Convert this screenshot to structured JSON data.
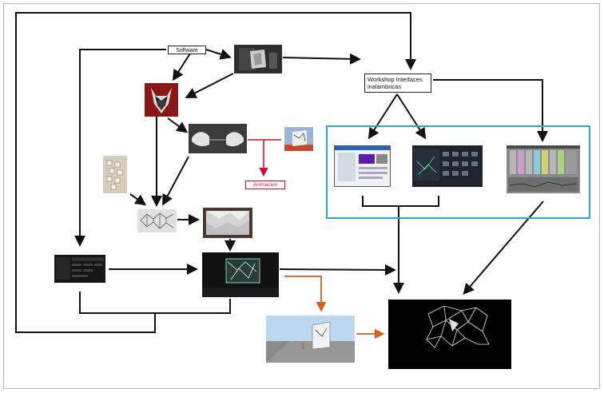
{
  "labels": {
    "software": "Software",
    "workshop": "Workshop Interfaces inalambricas",
    "animacion": "Animacion"
  },
  "colors": {
    "arrow": "#111111",
    "red_arrow": "#c8102e",
    "orange_arrow": "#d2601a",
    "highlight_box": "#27a9d6"
  },
  "images": [
    "wolf-image",
    "hands-image",
    "wolf-sculpture-photo",
    "red-model-image",
    "wall-tiles-photo",
    "mesh-model-image",
    "folded-paper-image",
    "software-screen-image",
    "installation-image",
    "3d-scene-image",
    "final-render-image",
    "interface-screen-1",
    "interface-screen-2",
    "interface-screen-3"
  ]
}
